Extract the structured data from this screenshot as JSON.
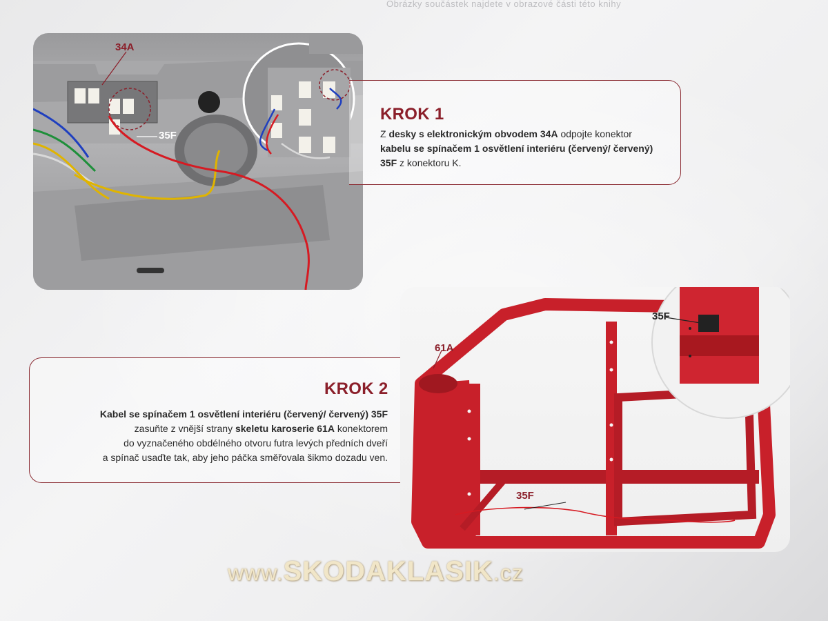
{
  "ghost": {
    "top": "Obrázky součástek najdete v obrazové části této knihy"
  },
  "step1": {
    "title": "KROK 1",
    "line1_pre": "Z ",
    "line1_b": "desky s elektronickým obvodem 34A",
    "line1_post": " odpojte konektor",
    "line2_b": "kabelu se spínačem 1 osvětlení interiéru (červený/ červený)",
    "line3_b": "35F",
    "line3_post": " z konektoru K.",
    "callout_board": "34A",
    "callout_cable": "35F"
  },
  "step2": {
    "title": "KROK 2",
    "line1_b": "Kabel se spínačem 1 osvětlení interiéru (červený/ červený) 35F",
    "line2_pre": "zasuňte z vnější strany ",
    "line2_b": "skeletu karoserie 61A",
    "line2_post": " konektorem",
    "line3": "do vyznačeného obdélného otvoru futra levých předních dveří",
    "line4": "a spínač usaďte tak, aby jeho páčka směřovala šikmo dozadu ven.",
    "callout_frame": "61A",
    "callout_detail": "35F",
    "callout_cable": "35F"
  },
  "watermark": {
    "prefix": "www.",
    "brand": "SKODAKLASIK",
    "suffix": ".cz"
  },
  "colors": {
    "accent": "#8b1f2a",
    "frame_red": "#c8202a",
    "board": "#7b7b7d"
  }
}
